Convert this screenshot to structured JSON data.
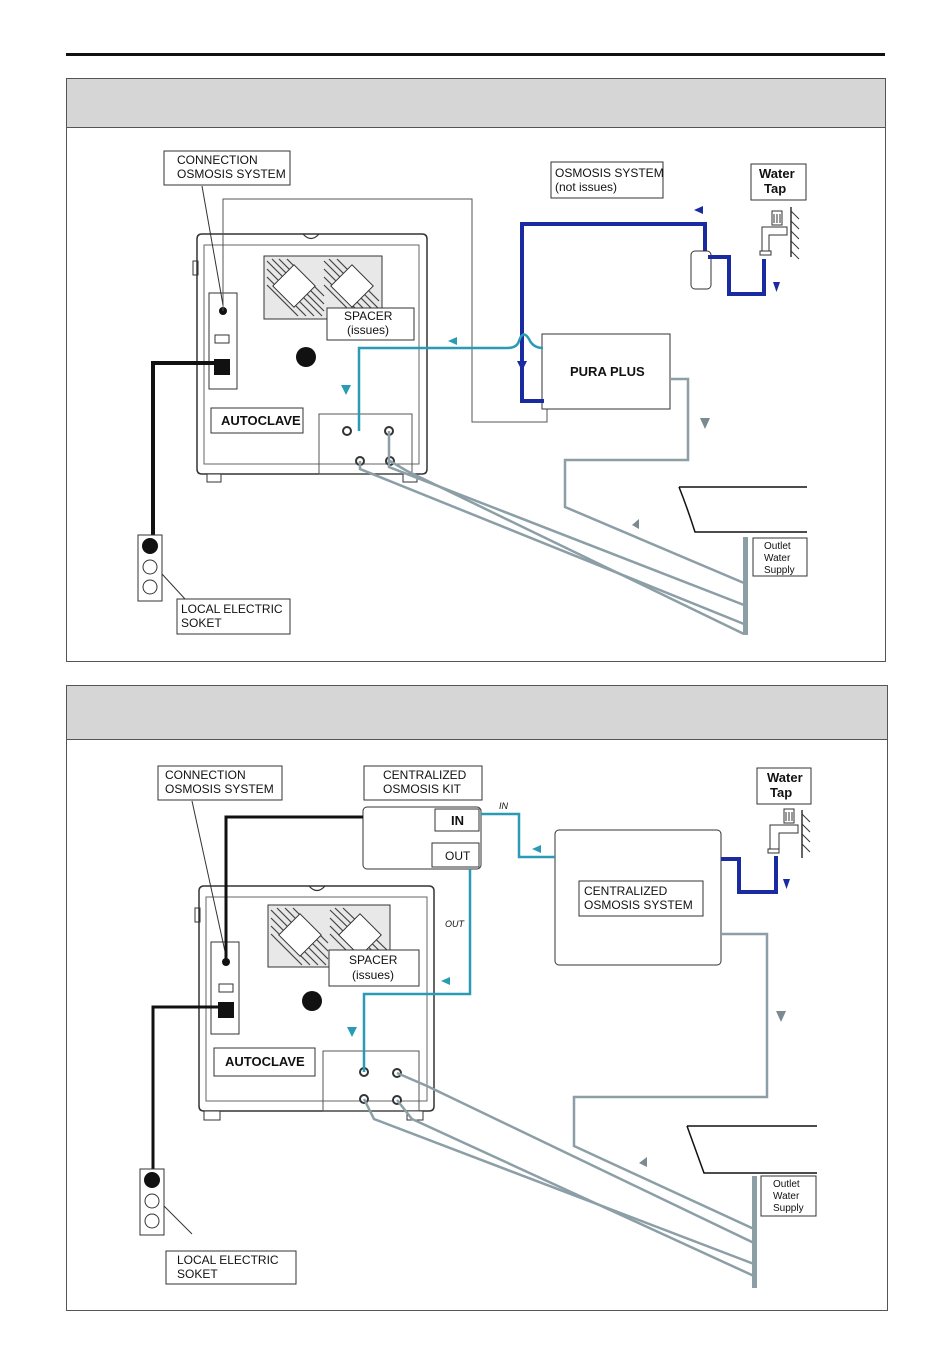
{
  "colors": {
    "dark_blue": "#1a2aa0",
    "teal": "#2a9bb5",
    "grey_pipe": "#8c9ea6",
    "black_cable": "#111111",
    "header_grey": "#d6d6d6"
  },
  "panel1": {
    "connection_label": [
      "CONNECTION",
      "OSMOSIS SYSTEM"
    ],
    "osmosis_label": [
      "OSMOSIS SYSTEM",
      "(not issues)"
    ],
    "water_tap_label": [
      "Water",
      "Tap"
    ],
    "spacer_label": [
      "SPACER",
      "(issues)"
    ],
    "pura_label": "PURA PLUS",
    "autoclave_label": "AUTOCLAVE",
    "outlet_label": [
      "Outlet",
      "Water",
      "Supply"
    ],
    "socket_label": [
      "LOCAL ELECTRIC",
      "SOKET"
    ]
  },
  "panel2": {
    "connection_label": [
      "CONNECTION",
      "OSMOSIS SYSTEM"
    ],
    "kit_label": [
      "CENTRALIZED",
      "OSMOSIS KIT"
    ],
    "in_box_label": "IN",
    "out_box_label": "OUT",
    "in_pipe_label": "IN",
    "out_pipe_label": "OUT",
    "water_tap_label": [
      "Water",
      "Tap"
    ],
    "central_label": [
      "CENTRALIZED",
      "OSMOSIS SYSTEM"
    ],
    "spacer_label": [
      "SPACER",
      "(issues)"
    ],
    "autoclave_label": "AUTOCLAVE",
    "outlet_label": [
      "Outlet",
      "Water",
      "Supply"
    ],
    "socket_label": [
      "LOCAL ELECTRIC",
      "SOKET"
    ]
  }
}
